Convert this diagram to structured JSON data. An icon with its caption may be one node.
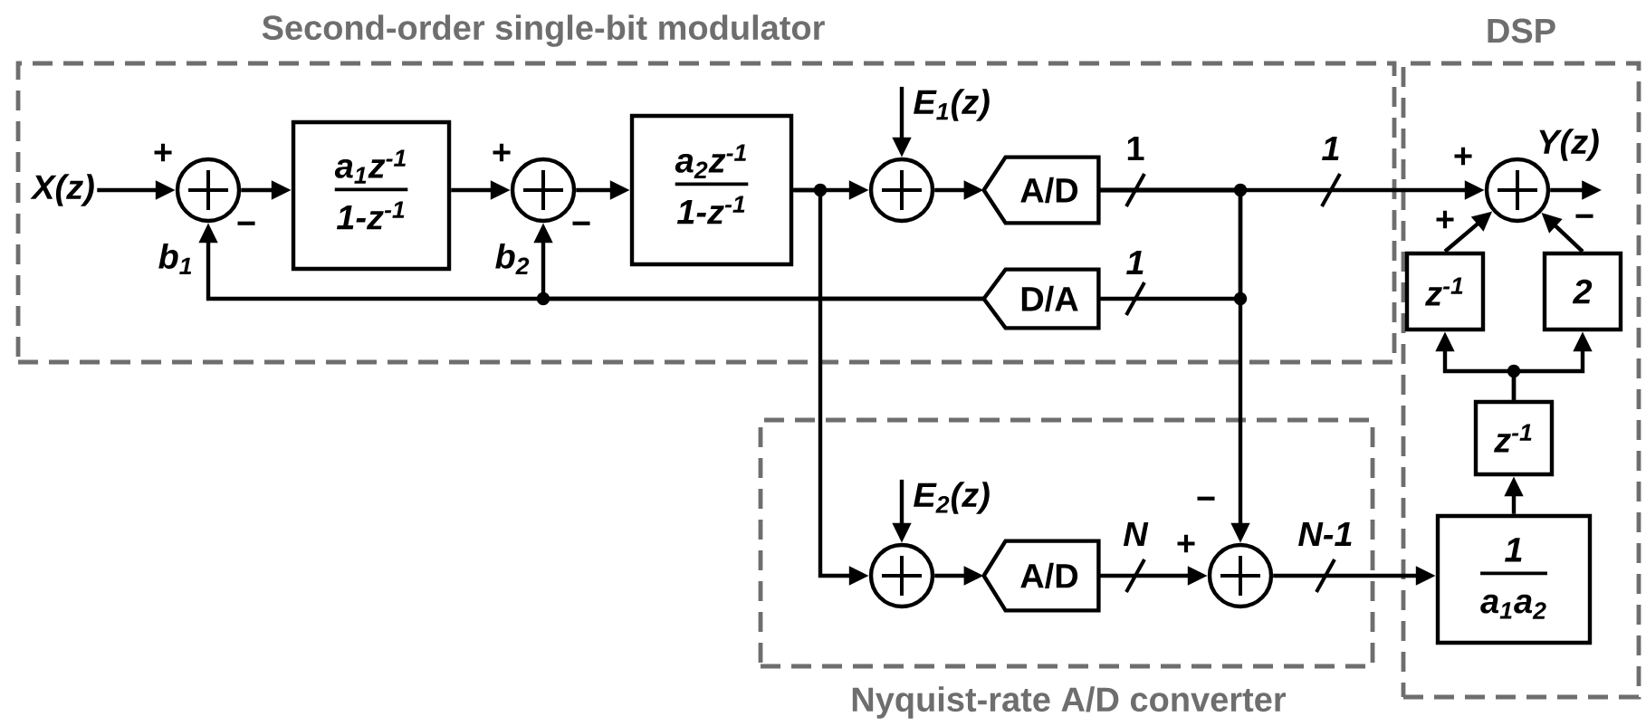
{
  "diagram": {
    "nodes": [
      {
        "text": [
          "Second-order single-bit modulator"
        ]
      },
      {
        "text": [
          "DSP"
        ]
      },
      {
        "text": [
          "Nyquist-rate A/D converter"
        ]
      },
      {
        "text": [
          "X(z)"
        ],
        "in": 0
      },
      {
        "text": [],
        "shape": "circle",
        "in": 0
      },
      {
        "text": [
          "a$_{1}$z$^{-1}$",
          "1-z$^{-1}$"
        ],
        "in": 0
      },
      {
        "text": [],
        "shape": "circle",
        "in": 0
      },
      {
        "text": [
          "a$_{2}$z$^{-1}$",
          "1-z$^{-1}$"
        ],
        "in": 0
      },
      {
        "text": [],
        "shape": "circle",
        "in": 0
      },
      {
        "text": [
          "A/D"
        ],
        "in": 0
      },
      {
        "text": [
          "D/A"
        ],
        "in": 0
      },
      {
        "text": [
          "E$_{1}$(z)"
        ],
        "in": 0
      },
      {
        "text": [],
        "shape": "circle",
        "in": 1
      },
      {
        "text": [
          "Y(z)"
        ],
        "in": 1
      },
      {
        "text": [
          "z$^{-1}$"
        ],
        "in": 1
      },
      {
        "text": [
          "2"
        ],
        "in": 1
      },
      {
        "text": [
          "z$^{-1}$"
        ],
        "in": 1
      },
      {
        "text": [
          "1",
          "a$_{1}$a$_{2}$"
        ],
        "in": 1
      },
      {
        "text": [
          "E$_{2}$(z)"
        ],
        "in": 2
      },
      {
        "text": [],
        "shape": "circle",
        "in": 2
      },
      {
        "text": [
          "A/D"
        ],
        "in": 2
      },
      {
        "text": [],
        "shape": "circle",
        "in": 2
      }
    ],
    "edges": [
      {
        "from": 3,
        "to": 4,
        "arrow": "to"
      },
      {
        "from": 4,
        "to": 5,
        "arrow": "to"
      },
      {
        "from": 5,
        "to": 6,
        "arrow": "to"
      },
      {
        "from": 6,
        "to": 7,
        "arrow": "to"
      },
      {
        "from": 7,
        "to": 8,
        "arrow": "to"
      },
      {
        "from": 7,
        "to": 19,
        "arrow": "to"
      },
      {
        "from": 11,
        "to": 8,
        "arrow": "to"
      },
      {
        "from": 8,
        "to": 9,
        "arrow": "to"
      },
      {
        "from": 9,
        "to": 12,
        "arrow": "to",
        "label": "1"
      },
      {
        "from": 9,
        "to": 10,
        "arrow": "none",
        "label": "1"
      },
      {
        "from": 9,
        "to": 21,
        "arrow": "to"
      },
      {
        "from": 10,
        "to": 4,
        "arrow": "to",
        "label": "b$_{1}$"
      },
      {
        "from": 10,
        "to": 6,
        "arrow": "to",
        "label": "b$_{2}$"
      },
      {
        "from": 18,
        "to": 19,
        "arrow": "to"
      },
      {
        "from": 19,
        "to": 20,
        "arrow": "to"
      },
      {
        "from": 20,
        "to": 21,
        "arrow": "to",
        "label": "N"
      },
      {
        "from": 21,
        "to": 17,
        "arrow": "to",
        "label": "N-1"
      },
      {
        "from": 17,
        "to": 16,
        "arrow": "to"
      },
      {
        "from": 16,
        "to": 14,
        "arrow": "to"
      },
      {
        "from": 16,
        "to": 15,
        "arrow": "to"
      },
      {
        "from": 14,
        "to": 12,
        "arrow": "to"
      },
      {
        "from": 15,
        "to": 12,
        "arrow": "to"
      },
      {
        "from": 12,
        "to": 13,
        "arrow": "to"
      }
    ],
    "labels": [
      "+",
      "−",
      "+",
      "−",
      "1",
      "+",
      "+",
      "−",
      "−",
      "+"
    ]
  }
}
